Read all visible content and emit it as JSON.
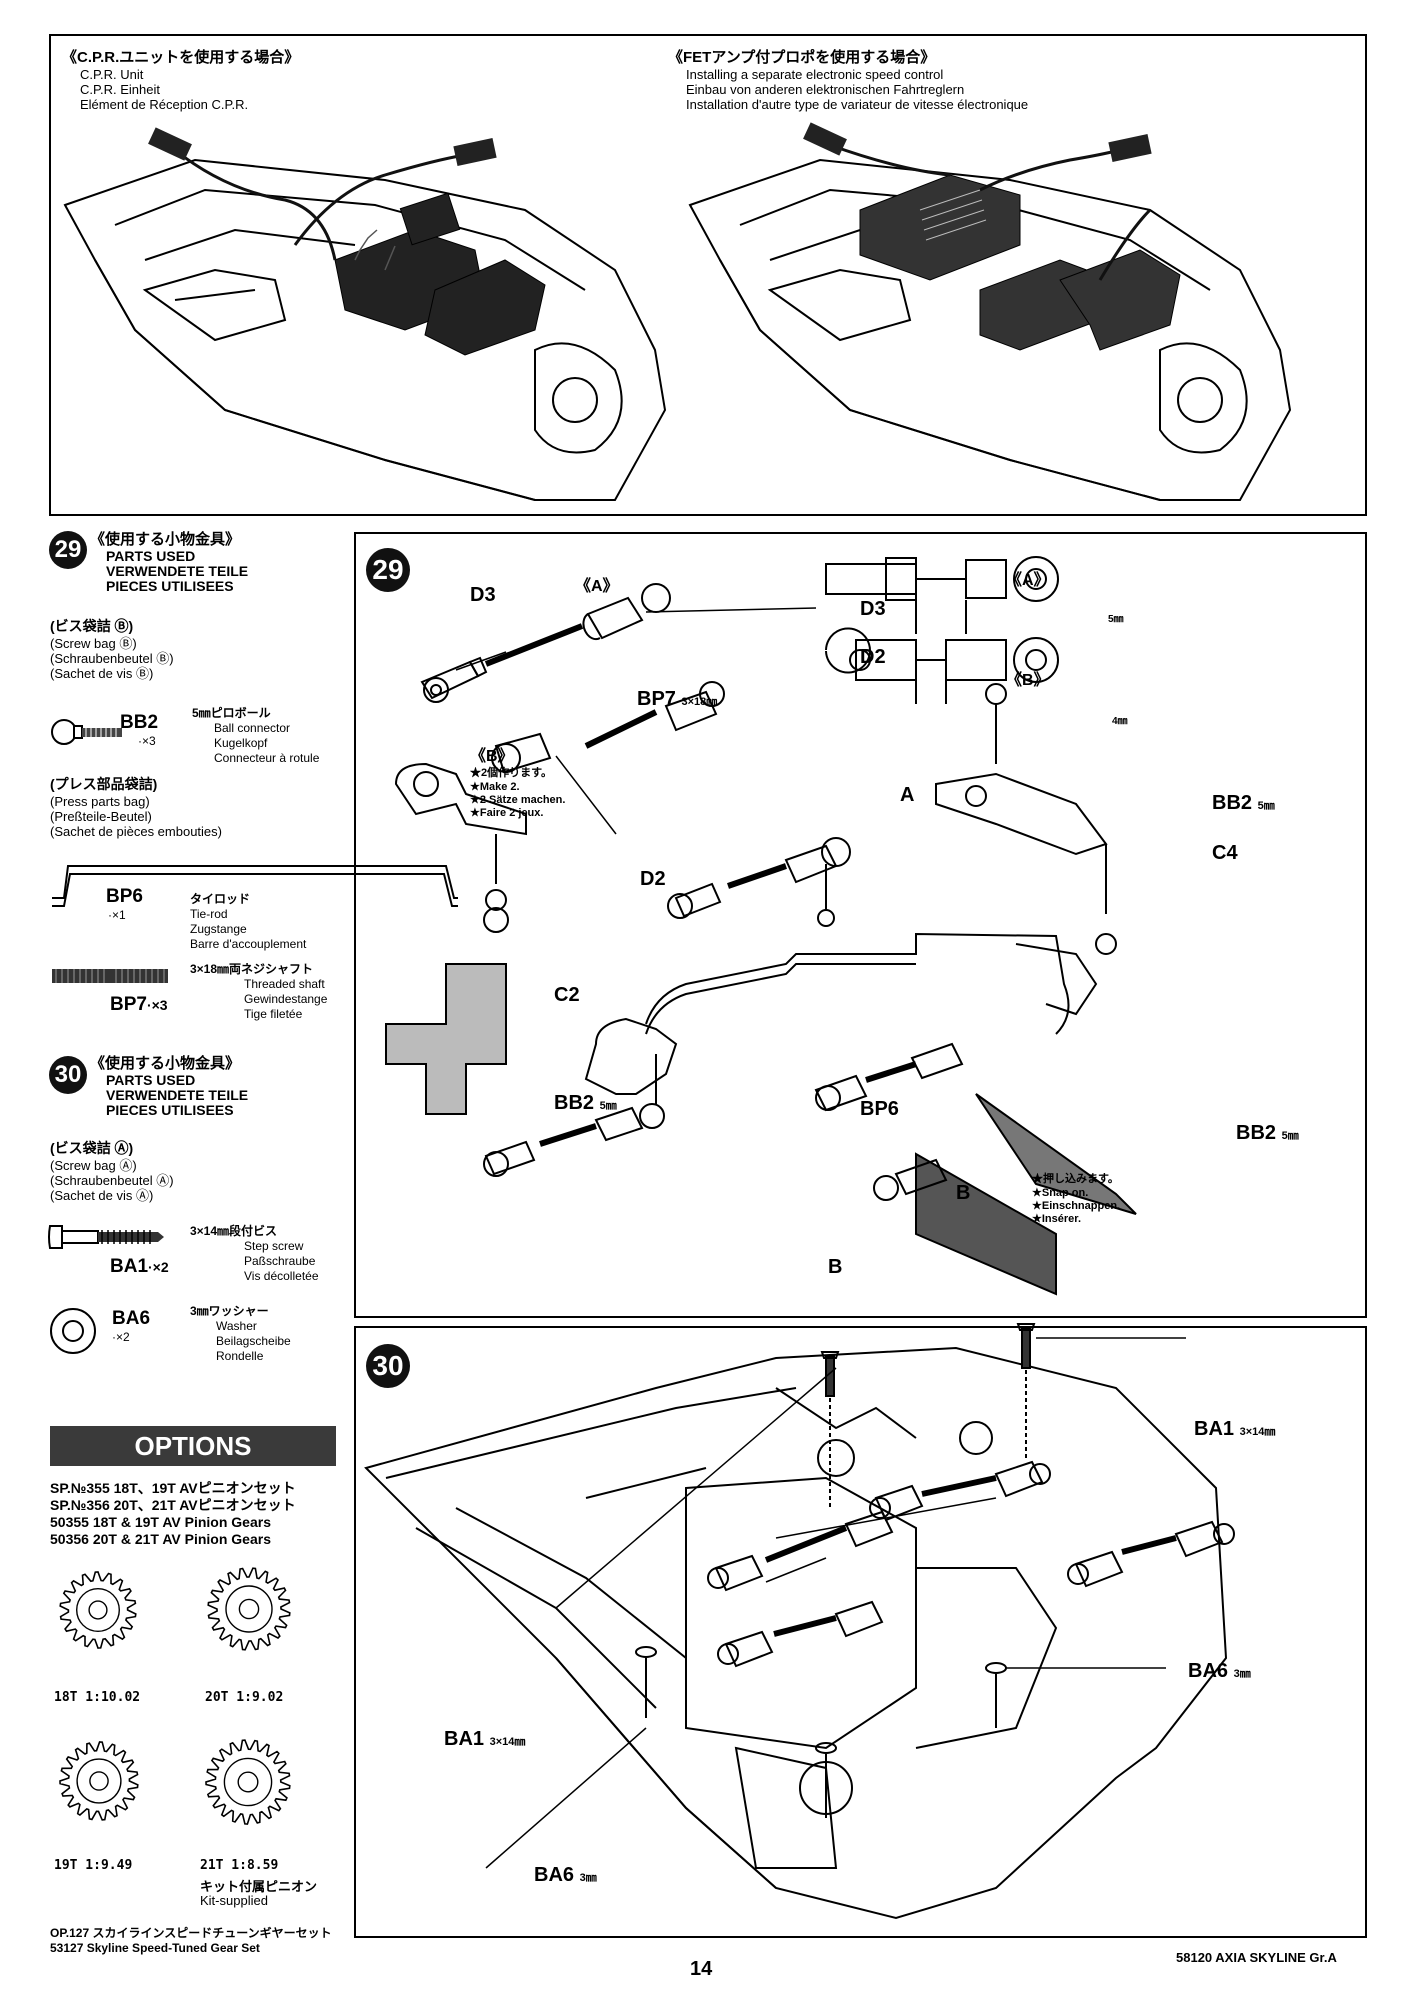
{
  "top_left": {
    "heading": "《C.P.R.ユニットを使用する場合》",
    "lines": [
      "C.P.R. Unit",
      "C.P.R. Einheit",
      "Elément de Réception C.P.R."
    ]
  },
  "top_right": {
    "heading": "《FETアンプ付プロポを使用する場合》",
    "lines": [
      "Installing a separate electronic speed control",
      "Einbau von anderen elektronischen Fahrtreglern",
      "Installation d'autre type de variateur de vitesse électronique"
    ]
  },
  "step29_side": {
    "number": "29",
    "heading_jp": "《使用する小物金具》",
    "heading_lines": [
      "PARTS USED",
      "VERWENDETE TEILE",
      "PIECES UTILISEES"
    ],
    "bag_jp": "(ビス袋詰 Ⓑ)",
    "bag_lines": [
      "(Screw bag Ⓑ)",
      "(Schraubenbeutel Ⓑ)",
      "(Sachet de vis Ⓑ)"
    ],
    "bb2": {
      "code": "BB2",
      "qty": "·×3",
      "jp": "5㎜ピロボール",
      "lines": [
        "Ball connector",
        "Kugelkopf",
        "Connecteur à rotule"
      ]
    },
    "press_jp": "(プレス部品袋詰)",
    "press_lines": [
      "(Press parts bag)",
      "(Preßteile-Beutel)",
      "(Sachet de pièces embouties)"
    ],
    "bp6": {
      "code": "BP6",
      "qty": "·×1",
      "jp": "タイロッド",
      "lines": [
        "Tie-rod",
        "Zugstange",
        "Barre d'accouplement"
      ]
    },
    "bp7": {
      "code": "BP7",
      "qty": "·×3",
      "jp": "3×18㎜両ネジシャフト",
      "lines": [
        "Threaded shaft",
        "Gewindestange",
        "Tige filetée"
      ]
    }
  },
  "step30_side": {
    "number": "30",
    "heading_jp": "《使用する小物金具》",
    "heading_lines": [
      "PARTS USED",
      "VERWENDETE TEILE",
      "PIECES UTILISEES"
    ],
    "bag_jp": "(ビス袋詰 Ⓐ)",
    "bag_lines": [
      "(Screw bag Ⓐ)",
      "(Schraubenbeutel Ⓐ)",
      "(Sachet de vis Ⓐ)"
    ],
    "ba1": {
      "code": "BA1",
      "qty": "·×2",
      "jp": "3×14㎜段付ビス",
      "lines": [
        "Step screw",
        "Paßschraube",
        "Vis décolletée"
      ]
    },
    "ba6": {
      "code": "BA6",
      "qty": "·×2",
      "jp": "3㎜ワッシャー",
      "lines": [
        "Washer",
        "Beilagscheibe",
        "Rondelle"
      ]
    }
  },
  "options": {
    "title": "OPTIONS",
    "lines": [
      "SP.№355 18T、19T AVピニオンセット",
      "SP.№356 20T、21T AVピニオンセット",
      "50355 18T & 19T AV Pinion Gears",
      "50356 20T & 21T AV Pinion Gears"
    ],
    "gears": [
      {
        "label": "18T 1:10.02"
      },
      {
        "label": "20T 1:9.02"
      },
      {
        "label": "19T 1:9.49"
      },
      {
        "label": "21T 1:8.59"
      }
    ],
    "kit_jp": "キット付属ピニオン",
    "kit_en": "Kit-supplied",
    "op_lines": [
      "OP.127 スカイラインスピードチューンギヤーセット",
      "53127 Skyline Speed-Tuned Gear Set"
    ]
  },
  "step29_diagram": {
    "number": "29",
    "labels": {
      "d3_left": "D3",
      "d3_right": "D3",
      "a_mark": "《A》",
      "bp7": "BP7",
      "bp7_size": "3×18㎜",
      "d2_top": "D2",
      "d2_bottom": "D2",
      "b_mark": "《B》",
      "make_jp": "★2個作ります。",
      "make_en": "★Make 2.",
      "make_de": "★2 Sätze machen.",
      "make_fr": "★Faire 2 jeux.",
      "a_right": "《A》",
      "b_right": "《B》",
      "dim5": "5㎜",
      "dim4": "4㎜",
      "a_part": "A",
      "bb2_top": "BB2",
      "bb2_top_size": "5㎜",
      "c4": "C4",
      "c2": "C2",
      "bb2_left": "BB2",
      "bb2_left_size": "5㎜",
      "bp6": "BP6",
      "bb2_right": "BB2",
      "bb2_right_size": "5㎜",
      "b_mid": "B",
      "b_bottom": "B",
      "snap_jp": "★押し込みます。",
      "snap_en": "★Snap on.",
      "snap_de": "★Einschnappen.",
      "snap_fr": "★Insérer."
    }
  },
  "step30_diagram": {
    "number": "30",
    "labels": {
      "ba1_top": "BA1",
      "ba1_top_size": "3×14㎜",
      "ba6_right": "BA6",
      "ba6_right_size": "3㎜",
      "ba1_left": "BA1",
      "ba1_left_size": "3×14㎜",
      "ba6_bottom": "BA6",
      "ba6_bottom_size": "3㎜"
    }
  },
  "footer": {
    "page": "14",
    "model": "58120 AXIA SKYLINE Gr.A"
  }
}
